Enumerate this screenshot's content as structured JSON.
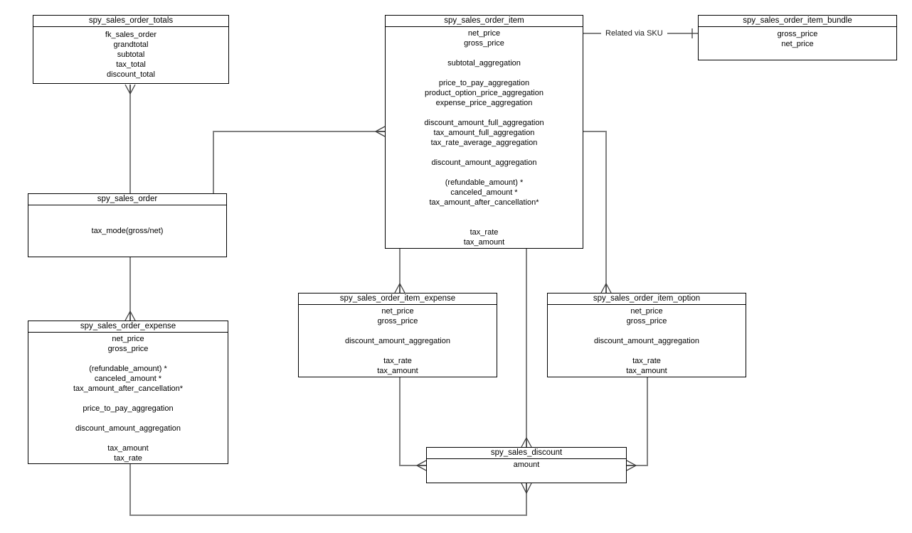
{
  "diagram": {
    "background_color": "#ffffff",
    "box_border_color": "#000000",
    "line_color": "#808080",
    "marker_color": "#404040",
    "sku_relationship_label": "Related via SKU"
  },
  "entities": {
    "totals": {
      "title": "spy_sales_order_totals",
      "fields": [
        "fk_sales_order",
        "grandtotal",
        "subtotal",
        "tax_total",
        "discount_total"
      ]
    },
    "item": {
      "title": "spy_sales_order_item",
      "fields": [
        "net_price",
        "gross_price",
        "",
        "subtotal_aggregation",
        "",
        "price_to_pay_aggregation",
        "product_option_price_aggregation",
        "expense_price_aggregation",
        "",
        "discount_amount_full_aggregation",
        "tax_amount_full_aggregation",
        "tax_rate_average_aggregation",
        "",
        "discount_amount_aggregation",
        "",
        "(refundable_amount) *",
        "canceled_amount *",
        "tax_amount_after_cancellation*",
        "",
        "",
        "tax_rate",
        "tax_amount"
      ]
    },
    "bundle": {
      "title": "spy_sales_order_item_bundle",
      "fields": [
        "gross_price",
        "net_price"
      ]
    },
    "order": {
      "title": "spy_sales_order",
      "fields": [
        "tax_mode(gross/net)"
      ]
    },
    "expense": {
      "title": "spy_sales_order_expense",
      "fields": [
        "net_price",
        "gross_price",
        "",
        "(refundable_amount) *",
        "canceled_amount *",
        "tax_amount_after_cancellation*",
        "",
        "price_to_pay_aggregation",
        "",
        "discount_amount_aggregation",
        "",
        "tax_amount",
        "tax_rate"
      ]
    },
    "item_expense": {
      "title": "spy_sales_order_item_expense",
      "fields": [
        "net_price",
        "gross_price",
        "",
        "discount_amount_aggregation",
        "",
        "tax_rate",
        "tax_amount"
      ]
    },
    "item_option": {
      "title": "spy_sales_order_item_option",
      "fields": [
        "net_price",
        "gross_price",
        "",
        "discount_amount_aggregation",
        "",
        "tax_rate",
        "tax_amount"
      ]
    },
    "discount": {
      "title": "spy_sales_discount",
      "fields": [
        "amount"
      ]
    }
  },
  "relationships": [
    {
      "from": "spy_sales_order",
      "to": "spy_sales_order_totals",
      "marker_at_to": "many"
    },
    {
      "from": "spy_sales_order",
      "to": "spy_sales_order_item",
      "marker_at_to": "many"
    },
    {
      "from": "spy_sales_order",
      "to": "spy_sales_order_expense",
      "marker_at_to": "many"
    },
    {
      "from": "spy_sales_order_item",
      "to": "spy_sales_order_item_expense",
      "marker_at_to": "many"
    },
    {
      "from": "spy_sales_order_item",
      "to": "spy_sales_order_item_option",
      "marker_at_to": "many"
    },
    {
      "from": "spy_sales_order_item",
      "to": "spy_sales_discount",
      "marker_at_to": "many"
    },
    {
      "from": "spy_sales_order_item",
      "to": "spy_sales_order_item_bundle",
      "label": "Related via SKU",
      "marker_at_to": "one"
    },
    {
      "from": "spy_sales_order_item_expense",
      "to": "spy_sales_discount",
      "marker_at_to": "many"
    },
    {
      "from": "spy_sales_order_item_option",
      "to": "spy_sales_discount",
      "marker_at_to": "many"
    },
    {
      "from": "spy_sales_order_expense",
      "to": "spy_sales_discount",
      "marker_at_to": "many"
    }
  ]
}
